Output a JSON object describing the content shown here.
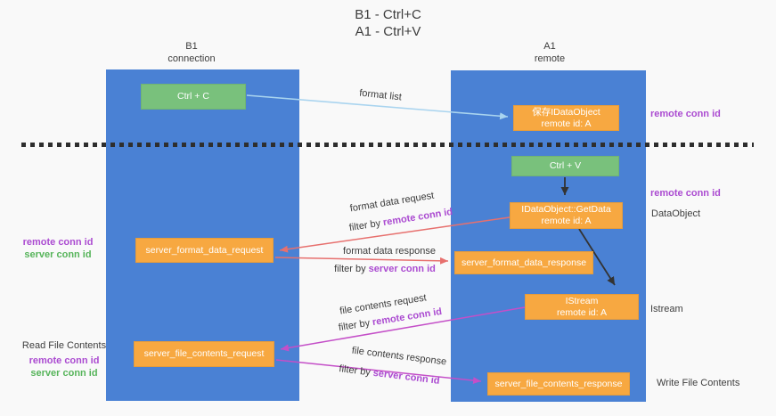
{
  "title": {
    "line1": "B1 - Ctrl+C",
    "line2": "A1 - Ctrl+V"
  },
  "columns": {
    "left": {
      "name": "B1",
      "sub": "connection"
    },
    "right": {
      "name": "A1",
      "sub": "remote"
    }
  },
  "boxes": {
    "ctrl_c": {
      "label": "Ctrl + C"
    },
    "ctrl_v": {
      "label": "Ctrl + V"
    },
    "save_idataobject": {
      "line1": "保存IDataObject",
      "line2": "remote id: A"
    },
    "getdata": {
      "line1": "IDataObject::GetData",
      "line2": "remote id: A"
    },
    "istream": {
      "line1": "IStream",
      "line2": "remote id: A"
    },
    "server_format_data_request": {
      "label": "server_format_data_request"
    },
    "server_format_data_response": {
      "label": "server_format_data_response"
    },
    "server_file_contents_request": {
      "label": "server_file_contents_request"
    },
    "server_file_contents_response": {
      "label": "server_file_contents_response"
    }
  },
  "flows": {
    "format_list": "format list",
    "format_data_request": "format data request",
    "format_data_response": "format data response",
    "file_contents_request": "file contents request",
    "file_contents_response": "file contents response",
    "filter_by": "filter by",
    "remote_conn_id": "remote conn id",
    "server_conn_id": "server conn id"
  },
  "annotations": {
    "right_remote_conn_id_top": "remote conn id",
    "right_remote_conn_id_mid": "remote conn id",
    "dataobject": "DataObject",
    "istream": "Istream",
    "write_file_contents": "Write File Contents",
    "read_file_contents": "Read File Contents",
    "left_remote_conn_id_top": "remote conn id",
    "left_server_conn_id_top": "server conn id",
    "left_remote_conn_id_bottom": "remote conn id",
    "left_server_conn_id_bottom": "server conn id"
  },
  "colors": {
    "column_blue": "#4a81d4",
    "box_green": "#79c17c",
    "box_orange": "#f7a841",
    "arrow_salmon": "#e7706e",
    "arrow_magenta": "#c44fc8",
    "arrow_lightblue": "#a9d4ef",
    "arrow_black": "#333333",
    "text_purple": "#ab4bd1",
    "text_green": "#56b45a",
    "text_ink": "#3d3d3d"
  }
}
